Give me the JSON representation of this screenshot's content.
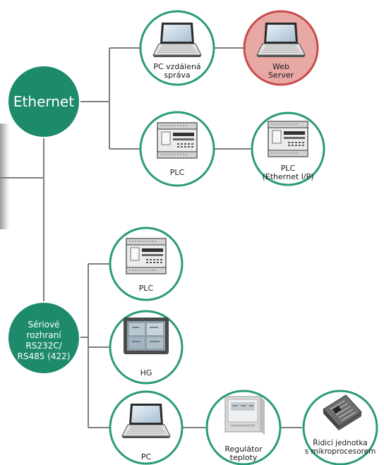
{
  "hubs": {
    "ethernet": "Ethernet",
    "serial": [
      "Sériové",
      "rozhraní",
      "RS232C/",
      "RS485 (422)"
    ]
  },
  "nodes": {
    "pc_remote": [
      "PC vzdálená",
      "správa"
    ],
    "web_server": [
      "Web",
      "Server"
    ],
    "plc_eth_left": [
      "PLC"
    ],
    "plc_ethernet_ip": [
      "PLC",
      "(Ethernet I/P)"
    ],
    "plc_serial": [
      "PLC"
    ],
    "hg": [
      "HG"
    ],
    "pc_serial": [
      "PC"
    ],
    "temp_regulator": [
      "Regulátor",
      "teploty"
    ],
    "microprocessor_unit": [
      "Řidicí jednotka",
      "s mikroprocesorem"
    ]
  },
  "colors": {
    "hub": "#1e8a6c",
    "node_border": "#2a9a7a",
    "node_fill": "#ffffff",
    "highlight_fill": "#e8a8a4",
    "highlight_border": "#c94b4b",
    "line": "#7d7d7d"
  }
}
